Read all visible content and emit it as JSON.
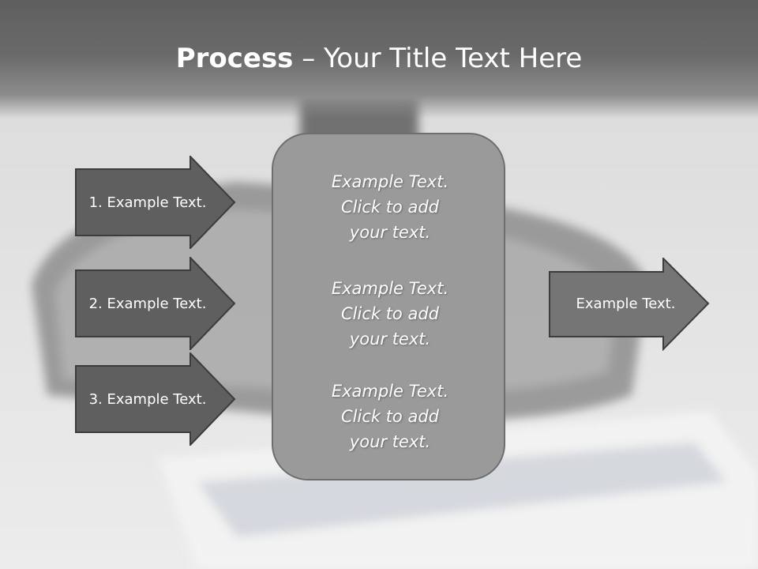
{
  "title": {
    "bold": "Process",
    "rest": " – Your Title Text Here"
  },
  "left_steps": [
    {
      "label": "1. Example Text."
    },
    {
      "label": "2. Example Text."
    },
    {
      "label": "3. Example Text."
    }
  ],
  "center_box": {
    "paragraphs": [
      {
        "line1": "Example Text.",
        "line2": "Click  to add",
        "line3": "your text."
      },
      {
        "line1": "Example Text.",
        "line2": "Click  to add",
        "line3": "your text."
      },
      {
        "line1": "Example Text.",
        "line2": "Click  to add",
        "line3": "your text."
      }
    ]
  },
  "output_arrow": {
    "label": "Example Text."
  },
  "colors": {
    "arrow_fill": "#5f5f5f",
    "output_fill": "#757575",
    "box_fill": "#9a9a9a"
  }
}
